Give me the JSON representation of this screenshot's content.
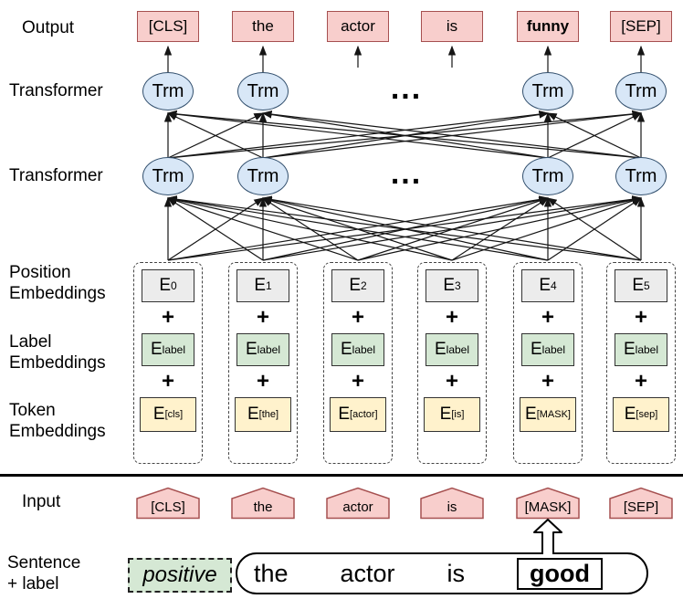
{
  "row_labels": {
    "output": "Output",
    "transformer_top": "Transformer",
    "transformer_bottom": "Transformer",
    "position_embeddings": [
      "Position",
      "Embeddings"
    ],
    "label_embeddings": [
      "Label",
      "Embeddings"
    ],
    "token_embeddings": [
      "Token",
      "Embeddings"
    ],
    "input": "Input",
    "sentence_label": [
      "Sentence",
      "+ label"
    ]
  },
  "output_tokens": [
    "[CLS]",
    "the",
    "actor",
    "is",
    "funny",
    "[SEP]"
  ],
  "input_tokens": [
    "[CLS]",
    "the",
    "actor",
    "is",
    "[MASK]",
    "[SEP]"
  ],
  "transformer_unit_label": "Trm",
  "ellipsis": "...",
  "plus_sign": "+",
  "embedding_symbol": "E",
  "embedding_columns": [
    {
      "position_sub": "0",
      "label_sub": "label",
      "token_sub": "[cls]"
    },
    {
      "position_sub": "1",
      "label_sub": "label",
      "token_sub": "[the]"
    },
    {
      "position_sub": "2",
      "label_sub": "label",
      "token_sub": "[actor]"
    },
    {
      "position_sub": "3",
      "label_sub": "label",
      "token_sub": "[is]"
    },
    {
      "position_sub": "4",
      "label_sub": "label",
      "token_sub": "[MASK]"
    },
    {
      "position_sub": "5",
      "label_sub": "label",
      "token_sub": "[sep]"
    }
  ],
  "sentence": {
    "label": "positive",
    "words": [
      "the",
      "actor",
      "is"
    ],
    "masked_word": "good"
  },
  "colors": {
    "token_pink_fill": "#f8cecc",
    "token_pink_border": "#a65050",
    "transformer_blue_fill": "#d8e7f7",
    "transformer_blue_border": "#33506e",
    "position_gray_fill": "#ececec",
    "label_green_fill": "#d5e8d4",
    "token_yellow_fill": "#fff2cc"
  }
}
